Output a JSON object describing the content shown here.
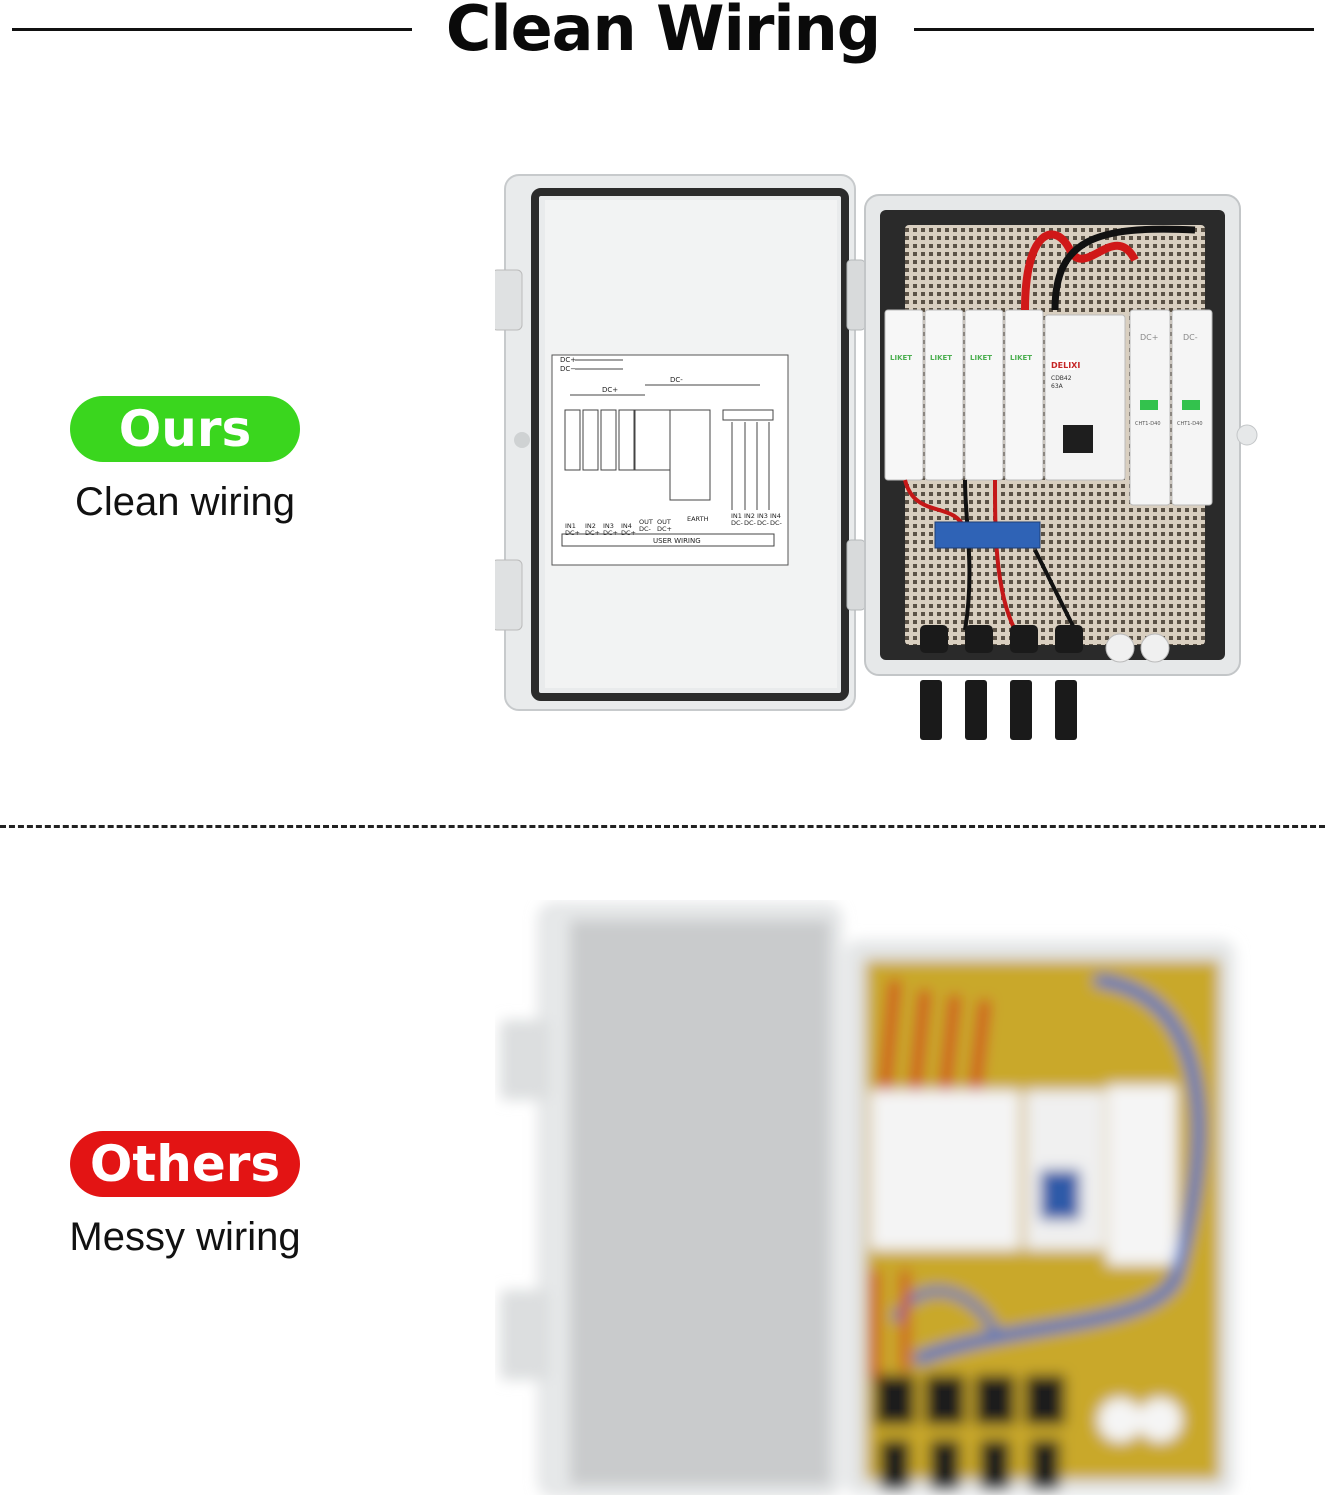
{
  "header": {
    "title": "Clean Wiring"
  },
  "ours": {
    "badge": "Ours",
    "caption": "Clean wiring"
  },
  "others": {
    "badge": "Others",
    "caption": "Messy wiring"
  },
  "colors": {
    "ours_badge": "#3ad61e",
    "others_badge": "#e31414",
    "text": "#111111"
  },
  "diagram": {
    "legend_pos": "DC+",
    "legend_neg": "DC−",
    "bus_pos": "DC+",
    "bus_neg": "DC-",
    "inputs": [
      "IN1\nDC+",
      "IN2\nDC+",
      "IN3\nDC+",
      "IN4\nDC+",
      "OUT\nDC-",
      "OUT\nDC+"
    ],
    "earth": "EARTH",
    "neg_inputs": [
      "IN1\nDC-",
      "IN2\nDC-",
      "IN3\nDC-",
      "IN4\nDC-"
    ],
    "user_wiring": "USER  WIRING"
  },
  "devices": {
    "fuse_brand": "LIKET",
    "breaker_brand": "DELIXI",
    "breaker_model": "CDB42",
    "breaker_rating": "63A",
    "spd_label_pos": "DC+",
    "spd_label_neg": "DC-",
    "spd_model": "CHT1-D40"
  }
}
